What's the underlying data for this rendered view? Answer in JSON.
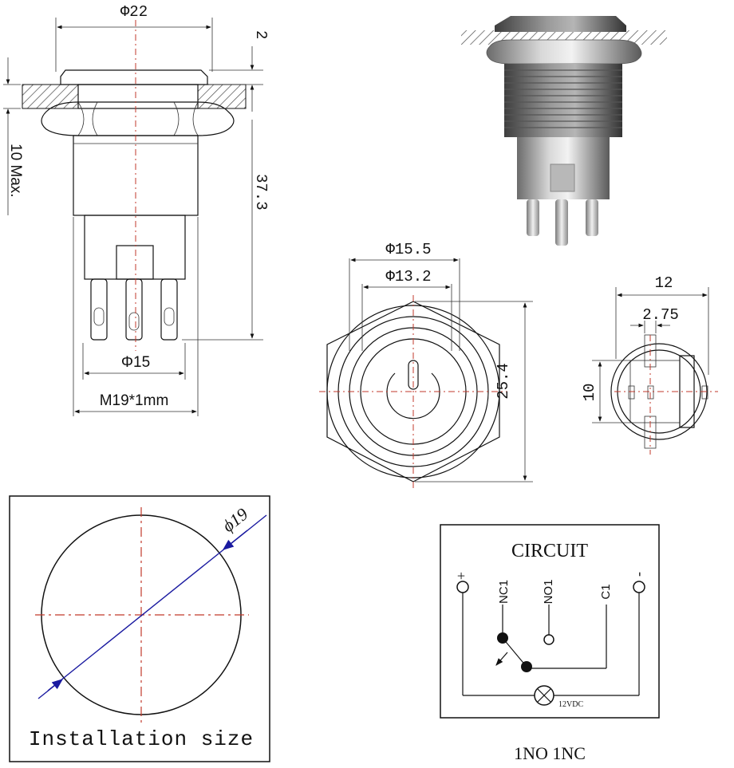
{
  "side_view": {
    "diameter_top": "Φ22",
    "flange_thickness": "2",
    "panel_max": "10 Max.",
    "height": "37.3",
    "diameter_pins": "Φ15",
    "thread": "M19*1mm"
  },
  "front_view": {
    "outer_diameter": "Φ15.5",
    "inner_diameter": "Φ13.2",
    "hex_size": "25.4"
  },
  "rear_view": {
    "width": "12",
    "pin_spacing": "2.75",
    "pin_row": "10"
  },
  "installation": {
    "hole_diameter": "ϕ19",
    "caption": "Installation size"
  },
  "circuit": {
    "title": "CIRCUIT",
    "plus": "+",
    "minus": "-",
    "nc1": "NC1",
    "no1": "NO1",
    "c1": "C1",
    "lamp_voltage": "12VDC",
    "caption": "1NO 1NC"
  }
}
